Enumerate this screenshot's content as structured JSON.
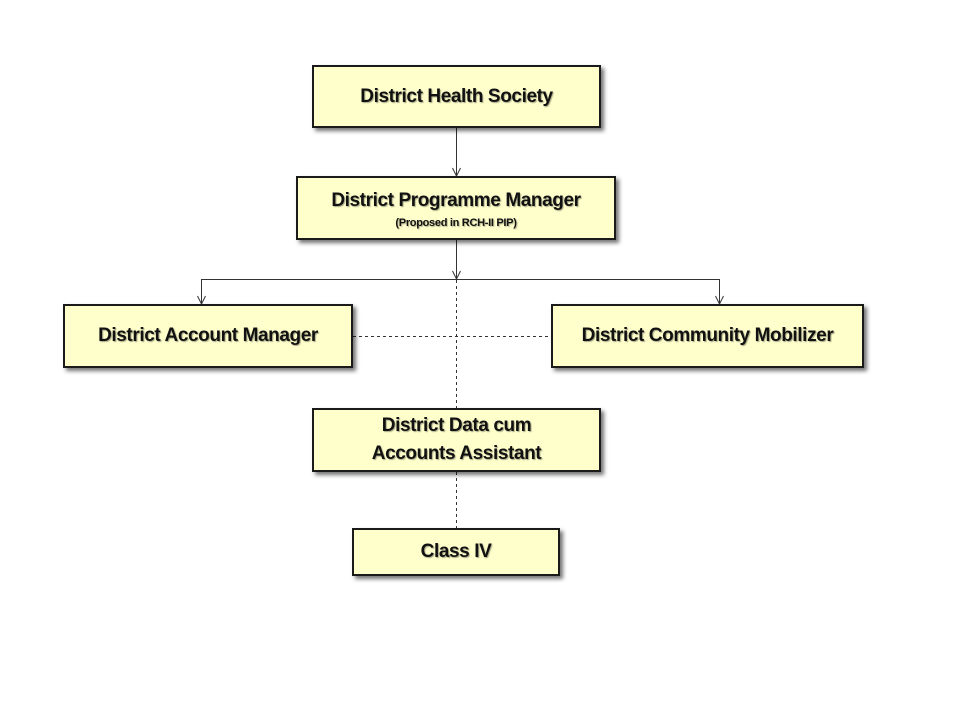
{
  "colors": {
    "box_fill": "#FFFFCC",
    "box_border": "#1A1A1A",
    "line": "#333333"
  },
  "nodes": {
    "district_health_society": {
      "title": "District Health Society"
    },
    "district_programme_manager": {
      "title": "District Programme Manager",
      "subtitle": "(Proposed in RCH-II PIP)"
    },
    "district_account_manager": {
      "title": "District Account Manager"
    },
    "district_community_mobilizer": {
      "title": "District Community Mobilizer"
    },
    "district_data_cum_accounts_assistant": {
      "title": "District Data cum\nAccounts Assistant"
    },
    "class_iv": {
      "title": "Class IV"
    }
  }
}
